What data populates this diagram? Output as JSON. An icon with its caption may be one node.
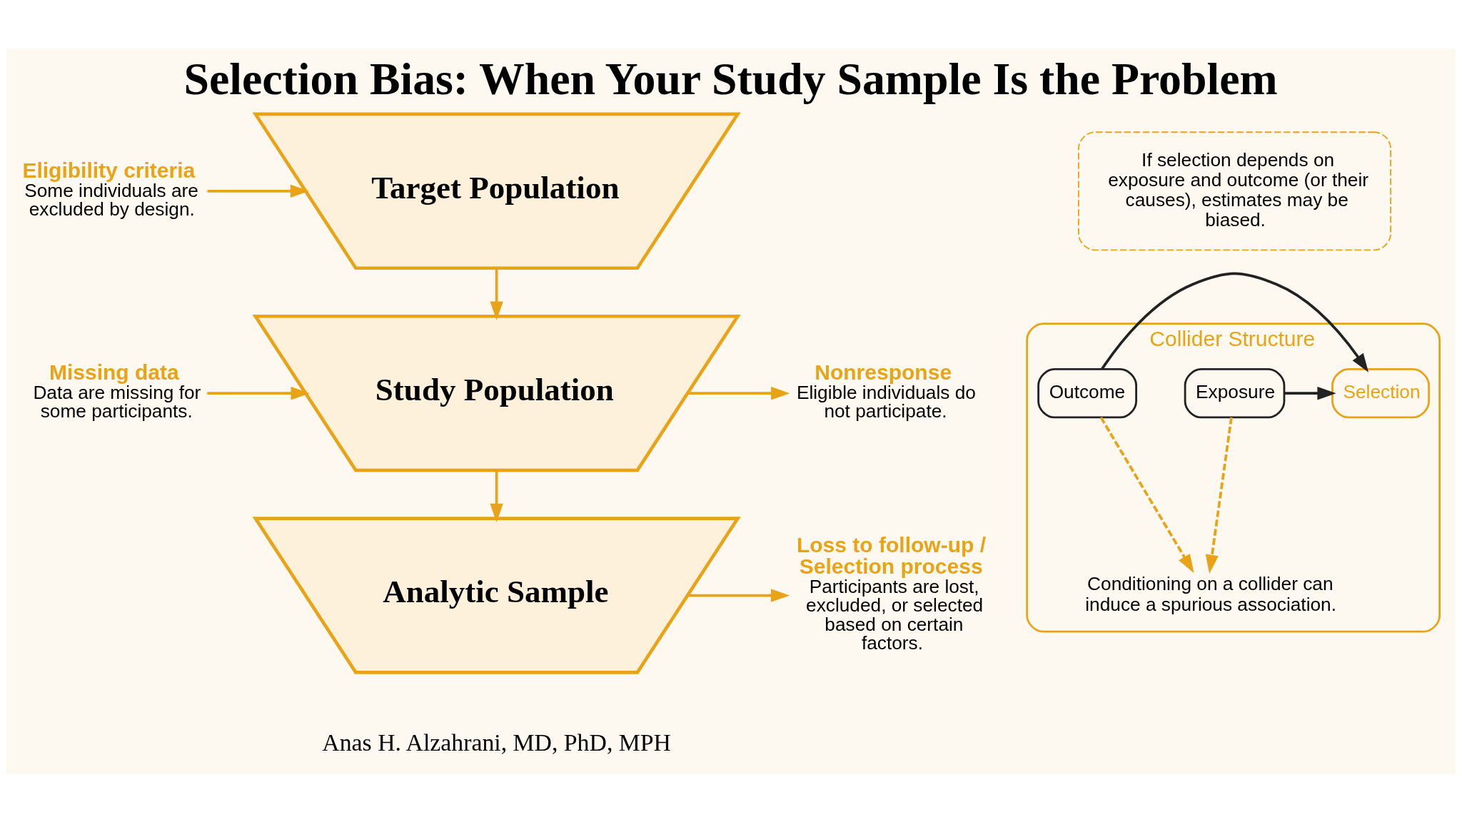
{
  "diagram": {
    "title": "Selection Bias: When Your Study Sample Is the Problem",
    "nodes": [
      {
        "text": [
          "Target Population"
        ]
      },
      {
        "text": [
          "Study Population"
        ]
      },
      {
        "text": [
          "Analytic Sample"
        ]
      },
      {
        "text": [
          "Eligibility criteria",
          "Some individuals are excluded by design."
        ]
      },
      {
        "text": [
          "Missing data",
          "Data are missing for some participants."
        ]
      },
      {
        "text": [
          "Nonresponse",
          "Eligible individuals do not participate."
        ]
      },
      {
        "text": [
          "Loss to follow-up / Selection process",
          "Participants are lost, excluded, or selected based on certain factors."
        ]
      },
      {
        "text": [
          "If selection depends on exposure and outcome (or their causes), estimates may be biased."
        ]
      },
      {
        "text": [
          "Collider Structure"
        ]
      },
      {
        "text": [
          "Exposure"
        ],
        "in": 8
      },
      {
        "text": [
          "Selection"
        ],
        "in": 8
      },
      {
        "text": [
          "Outcome"
        ],
        "in": 8
      },
      {
        "text": [
          "Conditioning on a collider can induce a spurious association."
        ],
        "in": 8
      }
    ],
    "edges": [
      {
        "from": 0,
        "to": 1,
        "arrow": "to"
      },
      {
        "from": 1,
        "to": 2,
        "arrow": "to"
      },
      {
        "from": 3,
        "to": 0,
        "arrow": "to"
      },
      {
        "from": 4,
        "to": 1,
        "arrow": "to"
      },
      {
        "from": 1,
        "to": 5,
        "arrow": "to"
      },
      {
        "from": 2,
        "to": 6,
        "arrow": "to"
      },
      {
        "from": 9,
        "to": 10,
        "arrow": "to",
        "color": "#222222"
      },
      {
        "from": 11,
        "to": 10,
        "arrow": "to",
        "color": "#222222"
      },
      {
        "from": 9,
        "to": 12,
        "arrow": "to",
        "style": "dashed",
        "color": "#e8a317"
      },
      {
        "from": 11,
        "to": 12,
        "arrow": "to",
        "style": "dashed",
        "color": "#e8a317"
      }
    ],
    "labels": [
      "Anas H. Alzahrani, MD, PhD, MPH"
    ]
  }
}
